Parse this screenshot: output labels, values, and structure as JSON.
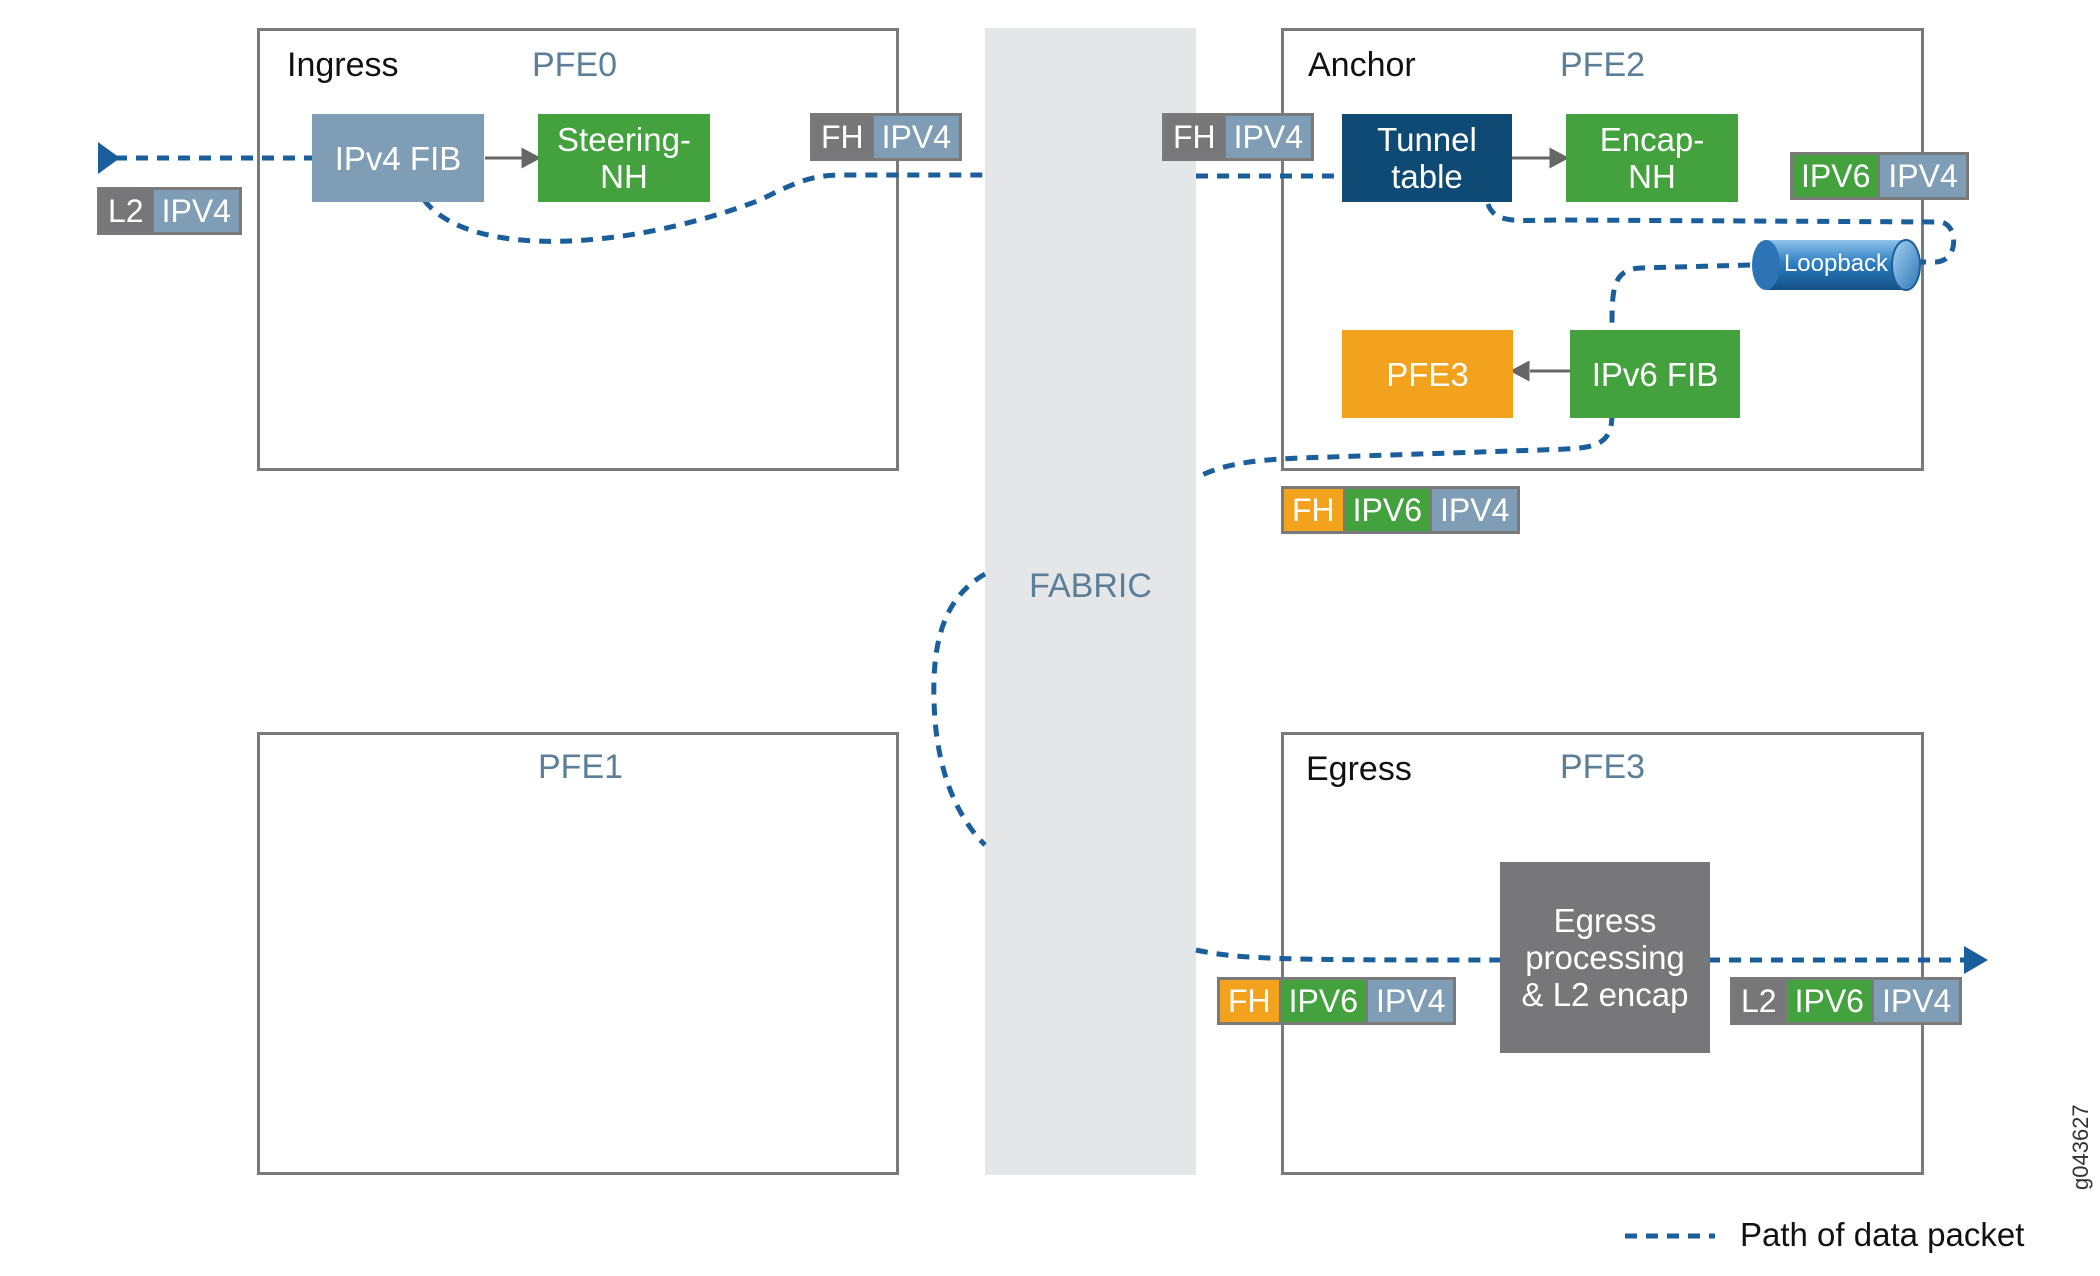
{
  "fabric": {
    "label": "FABRIC"
  },
  "pfe0": {
    "role": "Ingress",
    "title": "PFE0"
  },
  "pfe1": {
    "title": "PFE1"
  },
  "pfe2": {
    "role": "Anchor",
    "title": "PFE2"
  },
  "pfe3": {
    "role": "Egress",
    "title": "PFE3"
  },
  "blocks": {
    "ipv4_fib": "IPv4 FIB",
    "steering_nh": "Steering-\nNH",
    "tunnel_table": "Tunnel\ntable",
    "encap_nh": "Encap-\nNH",
    "pfe3_target": "PFE3",
    "ipv6_fib": "IPv6 FIB",
    "loopback": "Loopback",
    "egress_processing": "Egress\nprocessing\n& L2 encap"
  },
  "headers": {
    "input": [
      "L2",
      "IPV4"
    ],
    "pfe0_out": [
      "FH",
      "IPV4"
    ],
    "pfe2_in": [
      "FH",
      "IPV4"
    ],
    "pfe2_encap": [
      "IPV6",
      "IPV4"
    ],
    "pfe2_out": [
      "FH",
      "IPV6",
      "IPV4"
    ],
    "pfe3_in": [
      "FH",
      "IPV6",
      "IPV4"
    ],
    "output": [
      "L2",
      "IPV6",
      "IPV4"
    ]
  },
  "colors": {
    "path": "#1a5e9c",
    "green": "#43a23d",
    "steel_blue": "#7f9db5",
    "dark_blue": "#0e4a73",
    "orange": "#f2a21d",
    "gray": "#77777a"
  },
  "legend": {
    "label": "Path of data packet"
  },
  "figure_id": "g043627"
}
